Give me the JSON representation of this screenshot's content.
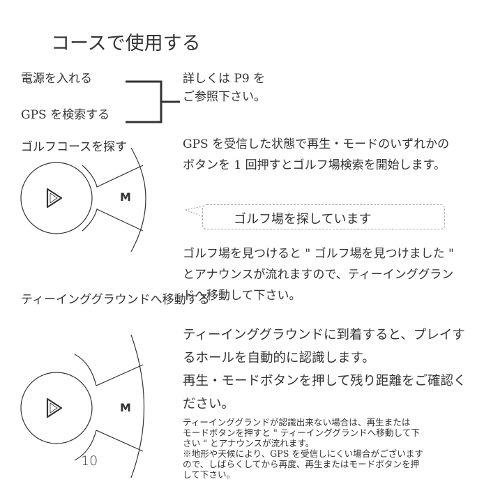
{
  "title": "コースで使用する",
  "steps": {
    "power_on": "電源を入れる",
    "gps_search": "GPS を検索する",
    "ref_line1": "詳しくは P9 を",
    "ref_line2": "ご参照下さい。"
  },
  "section1": {
    "heading": "ゴルフコースを探す",
    "para1": [
      "GPS を受信した状態で再生・モードのいずれかの",
      "ボタンを 1 回押すとゴルフ場検索を開始します。"
    ],
    "bubble": "ゴルフ場を探しています",
    "para2": [
      "ゴルフ場を見つけると \" ゴルフ場を見つけました \"",
      "とアナウンスが流れますので、ティーインググラン",
      "ドへ移動して下さい。"
    ]
  },
  "section2": {
    "heading": "ティーインググラウンドへ移動する",
    "para": [
      "ティーインググラウンドに到着すると、プレイす",
      "るホールを自動的に認識します。",
      "再生・モードボタンを押して残り距離をご確認く",
      "ださい。"
    ],
    "note": [
      "ティーインググランドが認識出来ない場合は、再生または",
      "モードボタンを押すと \" ティーインググランドへ移動して下",
      "さい \" とアナウンスが流れます。",
      "※地形や天候により、GPS を受信しにくい場合がございます",
      "ので、しばらくしてから再度、再生またはモードボタンを押",
      "して下さい。"
    ]
  },
  "device": {
    "mode_label": "M"
  },
  "page_number": "10"
}
